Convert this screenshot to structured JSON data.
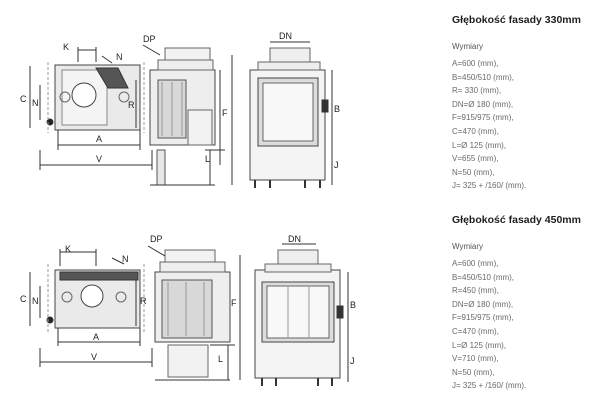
{
  "variants": [
    {
      "title": "Głębokość fasady 330mm",
      "subtitle": "Wymiary",
      "specs": [
        "A=600 (mm),",
        "B=450/510 (mm),",
        "R= 330 (mm),",
        "DN=Ø 180 (mm),",
        "F=915/975 (mm),",
        "C=470 (mm),",
        "L=Ø 125 (mm),",
        "V=655 (mm),",
        "N=50 (mm),",
        "J= 325 + /160/ (mm)."
      ],
      "labels": {
        "K": "K",
        "N": "N",
        "C": "C",
        "R": "R",
        "A": "A",
        "V": "V",
        "DP": "DP",
        "DN": "DN",
        "F": "F",
        "B": "B",
        "L": "L",
        "J": "J"
      }
    },
    {
      "title": "Głębokość fasady 450mm",
      "subtitle": "Wymiary",
      "specs": [
        "A=600 (mm),",
        "B=450/510 (mm),",
        "R=450 (mm),",
        "DN=Ø 180 (mm),",
        "F=915/975 (mm),",
        "C=470 (mm),",
        "L=Ø 125 (mm),",
        "V=710 (mm),",
        "N=50 (mm),",
        "J= 325 + /160/ (mm)."
      ],
      "labels": {
        "K": "K",
        "N": "N",
        "C": "C",
        "R": "R",
        "A": "A",
        "V": "V",
        "DP": "DP",
        "DN": "DN",
        "F": "F",
        "B": "B",
        "L": "L",
        "J": "J"
      }
    }
  ]
}
